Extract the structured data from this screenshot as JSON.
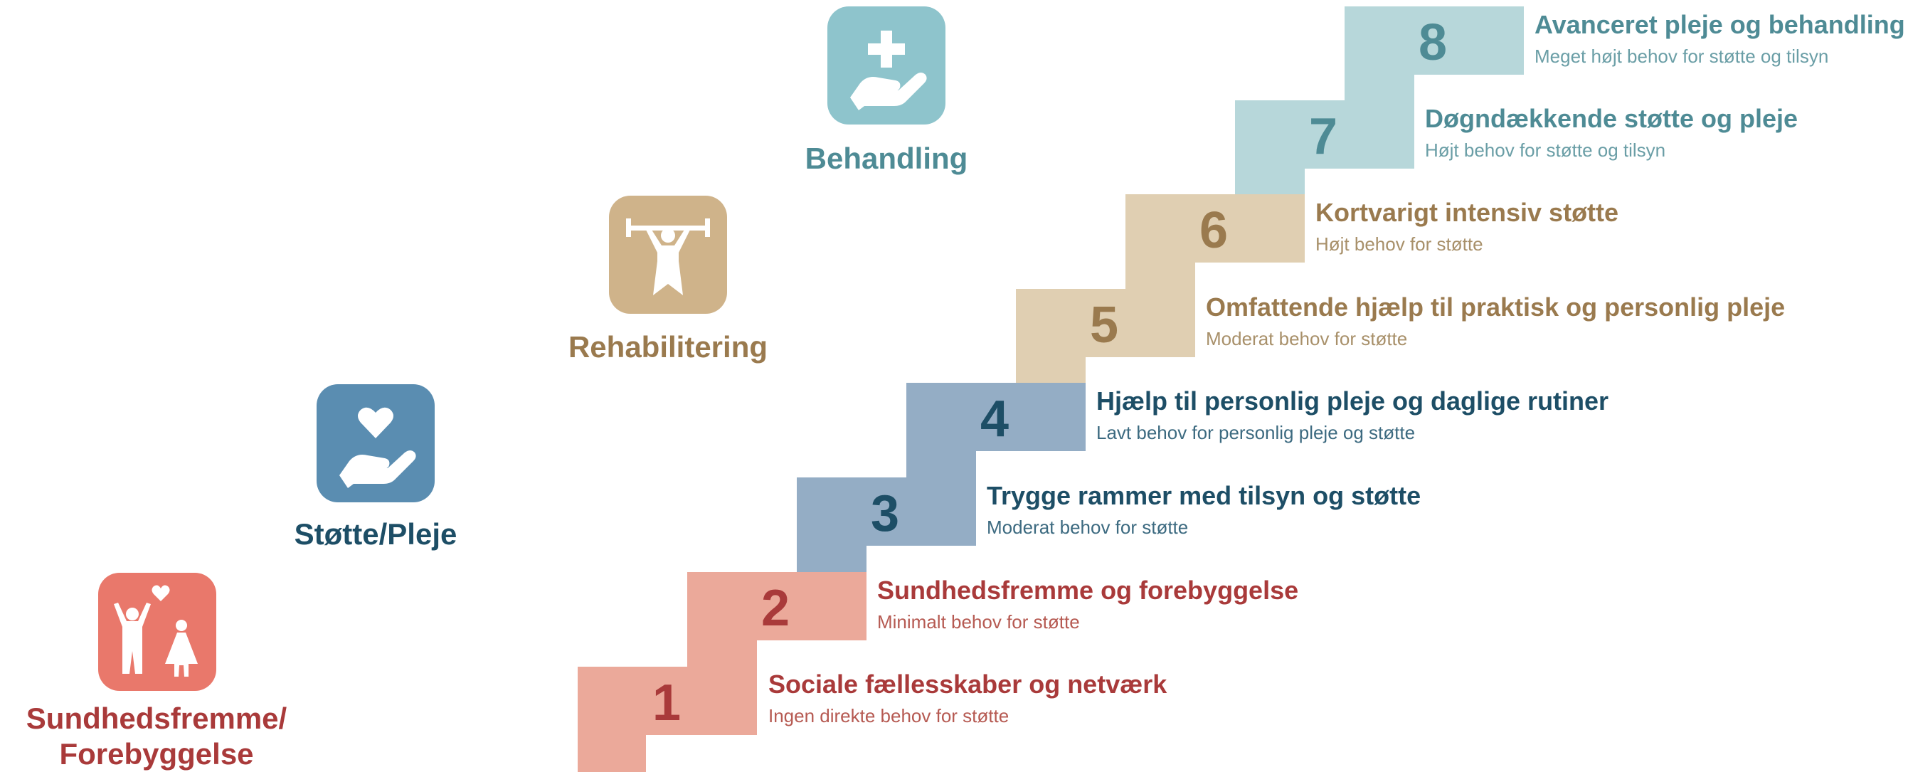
{
  "colors": {
    "red": "#eba99a",
    "red_text": "#a93a3a",
    "blue": "#94adc5",
    "blue_text": "#1d4e66",
    "tan": "#e0cfb2",
    "tan_text": "#9a7a4e",
    "teal": "#b7d7da",
    "teal_text": "#4e8b95"
  },
  "categories": [
    {
      "label": "Behandling",
      "icon": "hand-plus-icon",
      "color": "#8ec4cc"
    },
    {
      "label": "Rehabilitering",
      "icon": "weightlifter-icon",
      "color": "#cfb38a"
    },
    {
      "label": "Støtte/Pleje",
      "icon": "hand-heart-icon",
      "color": "#5a8db1"
    },
    {
      "label_line1": "Sundhedsfremme/",
      "label_line2": "Forebyggelse",
      "icon": "people-heart-icon",
      "color": "#e9786b"
    }
  ],
  "steps": [
    {
      "num": "1",
      "title": "Sociale fællesskaber og netværk",
      "subtitle": "Ingen direkte behov for støtte"
    },
    {
      "num": "2",
      "title": "Sundhedsfremme og forebyggelse",
      "subtitle": "Minimalt behov for støtte"
    },
    {
      "num": "3",
      "title": "Trygge rammer med tilsyn og støtte",
      "subtitle": "Moderat behov for støtte"
    },
    {
      "num": "4",
      "title": "Hjælp til personlig pleje og daglige rutiner",
      "subtitle": "Lavt behov for personlig pleje og støtte"
    },
    {
      "num": "5",
      "title": "Omfattende hjælp til praktisk og personlig pleje",
      "subtitle": "Moderat behov for støtte"
    },
    {
      "num": "6",
      "title": "Kortvarigt intensiv støtte",
      "subtitle": "Højt behov for støtte"
    },
    {
      "num": "7",
      "title": "Døgndækkende støtte og pleje",
      "subtitle": "Højt behov for støtte og tilsyn"
    },
    {
      "num": "8",
      "title": "Avanceret pleje og behandling",
      "subtitle": "Meget højt behov for støtte og tilsyn"
    }
  ]
}
